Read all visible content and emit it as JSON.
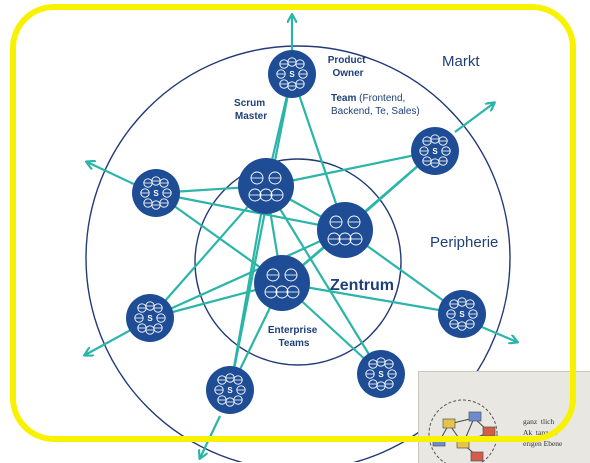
{
  "colors": {
    "team_fill": "#1e4d96",
    "connector": "#2ab5a8",
    "circle_line": "#213a78",
    "label": "#1f3f7a",
    "frame": "#f8f200"
  },
  "labels": {
    "markt": "Markt",
    "peripherie": "Peripherie",
    "zentrum": "Zentrum",
    "product_owner": [
      "Product",
      "Owner"
    ],
    "scrum_master": [
      "Scrum",
      "Master"
    ],
    "team_bold": "Team",
    "team_rest": " (Frontend,",
    "team_line2": "Backend, Te, Sales)",
    "enterprise_teams": [
      "Enterprise",
      "Teams"
    ]
  },
  "thumbnail": {
    "lines": [
      "ganz  tlich",
      "Ak  tanz de",
      "erigen Ebene"
    ]
  },
  "icons": {
    "team_node": "team-people-icon",
    "arrow": "outward-arrow-icon"
  }
}
